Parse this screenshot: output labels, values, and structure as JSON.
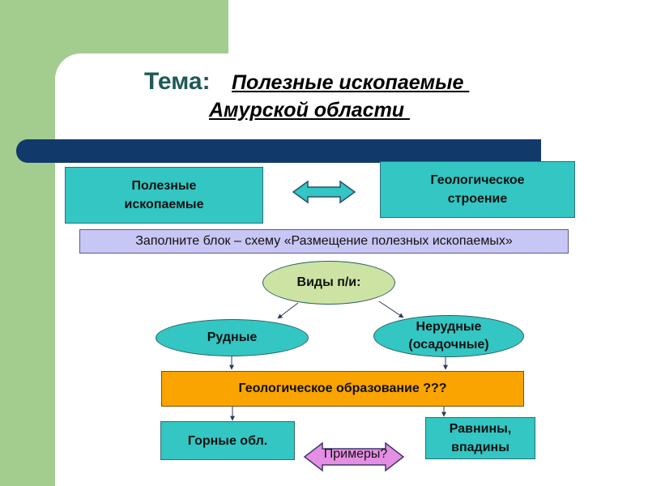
{
  "title": {
    "label": "Тема:",
    "line1": "Полезные ископаемые ",
    "line2": "Амурской области "
  },
  "boxes": {
    "minerals": "Полезные ископаемые",
    "geology": "Геологическое строение"
  },
  "instruction": "Заполните блок – схему «Размещение полезных ископаемых»",
  "nodes": {
    "types": "Виды п/и:",
    "ore": "Рудные",
    "nonore": "Нерудные (осадочные)",
    "formation": "Геологическое образование ???",
    "mountains": "Горные обл.",
    "plains": "Равнины, впадины",
    "examples": "Примеры?"
  },
  "colors": {
    "background_green": "#a3cd8f",
    "title_bar": "#113a6b",
    "teal": "#33c6c3",
    "light_green": "#cde3a4",
    "lavender": "#c8c6f4",
    "orange": "#f9a400",
    "magenta": "#e58fe4"
  }
}
